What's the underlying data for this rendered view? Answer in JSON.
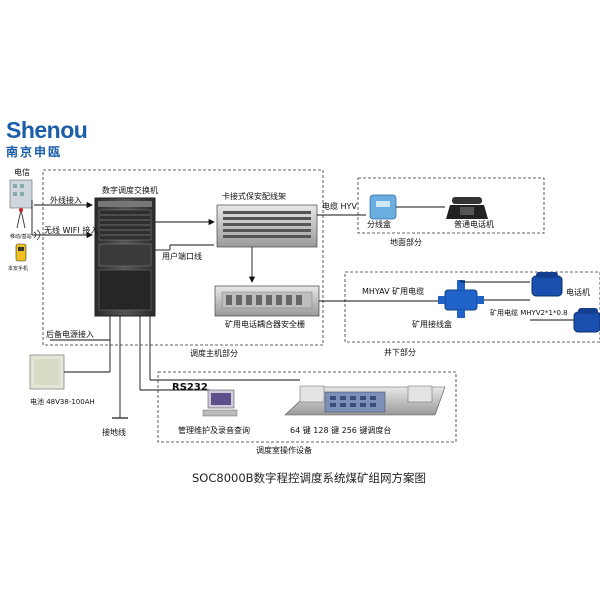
{
  "logo": {
    "en": "Shenou",
    "cn": "南京申瓯"
  },
  "caption": "SOC8000B数字程控调度系统煤矿组网方案图",
  "left": {
    "telecom": "电信",
    "mobile_a": "移动/基站",
    "mobile_b": "本安手机",
    "outside_line": "外线接入",
    "wifi": "无线 WIFI 接入",
    "backup_power": "后备电源接入",
    "battery": "电池 48V38-100AH",
    "ground_wire": "接地线"
  },
  "main": {
    "switch_title": "数字调度交换机",
    "user_port_line": "用户端口线",
    "mdf_title": "卡接式保安配线架",
    "coupler_label": "矿用电话耦合器安全栅",
    "host_section": "调度主机部分"
  },
  "ground": {
    "cable_label": "电缆 HYV",
    "splitter_box": "分线盒",
    "phone": "普通电话机",
    "section": "地面部分"
  },
  "underground": {
    "cable_label": "MHYAV 矿用电缆",
    "junction_box": "矿用接线盒",
    "phone": "电话机",
    "cable_spec": "矿用电缆 MHYV2*1*0.8",
    "section": "井下部分"
  },
  "console": {
    "rs232": "RS232",
    "mgmt": "管理维护及录音查询",
    "desk": "64 键 128 键 256 键调度台",
    "section": "调度室操作设备"
  },
  "colors": {
    "brand": "#1a5ea8",
    "junction": "#1f63c8",
    "phone_blue": "#1a4fae"
  }
}
